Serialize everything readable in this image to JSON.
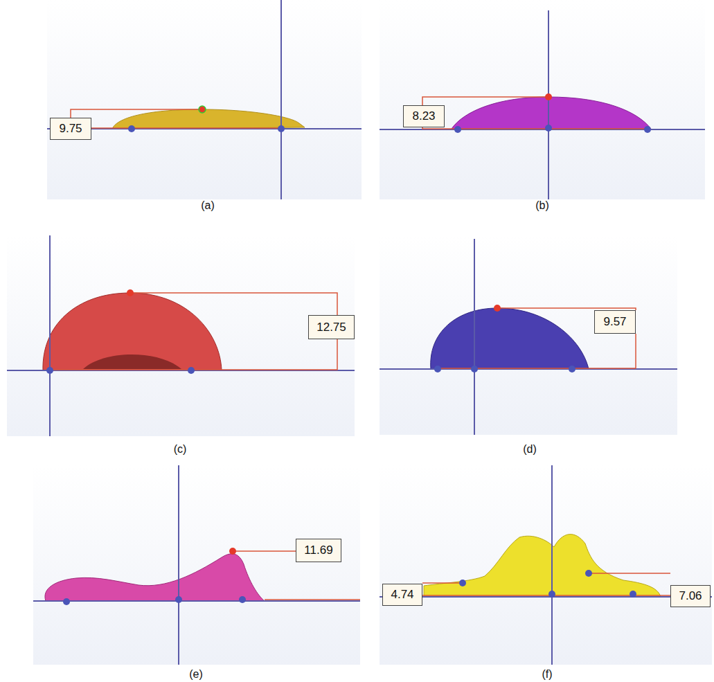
{
  "diagram": {
    "nodes": [
      {
        "text": [
          "9.75"
        ]
      },
      {
        "text": [
          "8.23"
        ]
      },
      {
        "text": [
          "12.75"
        ]
      },
      {
        "text": [
          "9.57"
        ]
      },
      {
        "text": [
          "11.69"
        ]
      },
      {
        "text": [
          "4.74"
        ]
      },
      {
        "text": [
          "7.06"
        ]
      }
    ],
    "labels": [
      "(a)",
      "(b)",
      "(c)",
      "(d)",
      "(e)",
      "(f)"
    ]
  }
}
